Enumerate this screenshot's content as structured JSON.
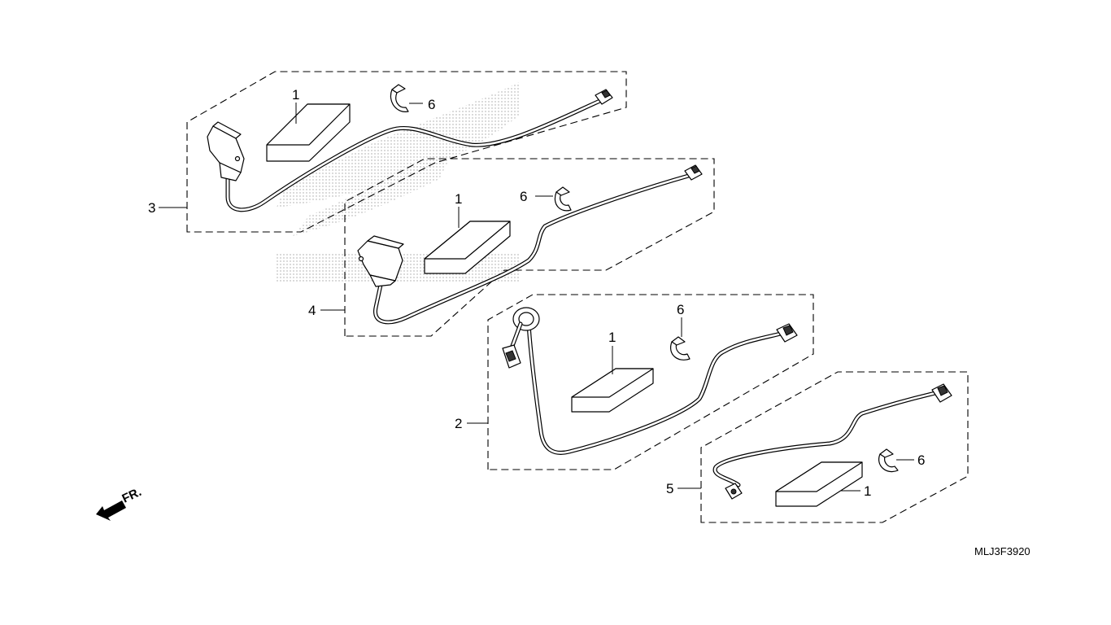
{
  "diagram_code": "MLJ3F3920",
  "direction_label": "FR.",
  "groups": [
    {
      "group_label": "3",
      "pad_label": "1",
      "clip_label": "6"
    },
    {
      "group_label": "4",
      "pad_label": "1",
      "clip_label": "6"
    },
    {
      "group_label": "2",
      "pad_label": "1",
      "clip_label": "6"
    },
    {
      "group_label": "5",
      "pad_label": "1",
      "clip_label": "6"
    }
  ]
}
